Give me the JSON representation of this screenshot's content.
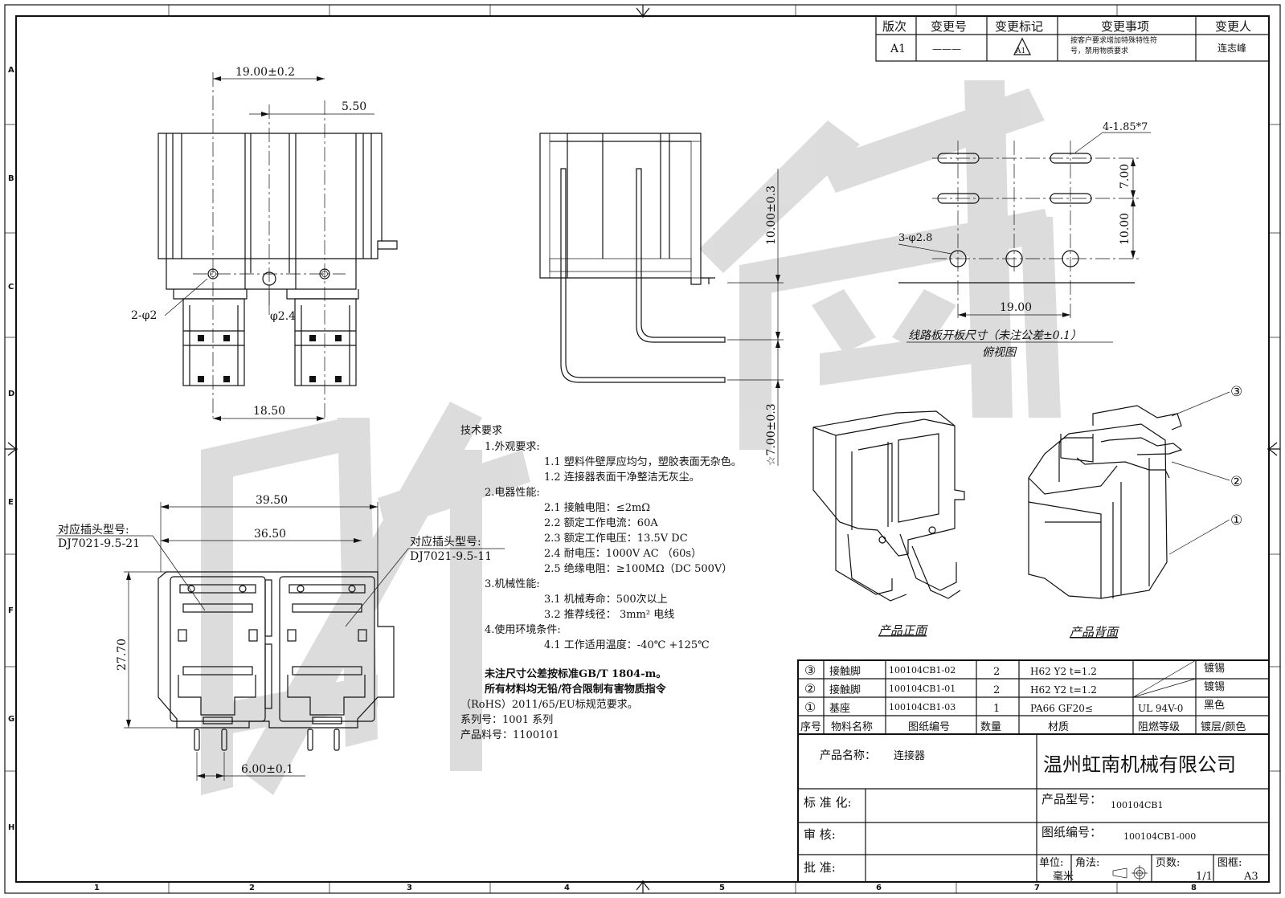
{
  "revision_table": {
    "headers": [
      "版次",
      "变更号",
      "变更标记",
      "变更事项",
      "变更人"
    ],
    "row": {
      "version": "A1",
      "change_no": "———",
      "mark": "A1",
      "item_line1": "按客户要求增加特殊特性符",
      "item_line2": "号，禁用物质要求",
      "person": "连志峰"
    }
  },
  "border": {
    "cols": [
      "1",
      "2",
      "3",
      "4",
      "5",
      "6",
      "7",
      "8"
    ],
    "rows": [
      "A",
      "B",
      "C",
      "D",
      "E",
      "F",
      "G",
      "H"
    ]
  },
  "front_view": {
    "dim_width": "19.00±0.2",
    "dim_offset": "5.50",
    "hole_label": "2-φ2",
    "center_hole": "φ2.4",
    "dim_pitch": "18.50"
  },
  "side_view": {
    "dim_height": "10.00±0.3",
    "dim_lower": "☆7.00±0.3"
  },
  "pcb_view": {
    "slot_label": "4-1.85*7",
    "hole_label": "3-φ2.8",
    "dim_v1": "7.00",
    "dim_v2": "10.00",
    "dim_h": "19.00",
    "caption": "线路板开板尺寸（未注公差±0.1）",
    "caption2": "俯视图"
  },
  "bottom_view": {
    "dim_outer": "39.50",
    "dim_inner": "36.50",
    "dim_height": "27.70",
    "dim_pin": "6.00±0.1",
    "plug_left_label": "对应插头型号:",
    "plug_left_model": "DJ7021-9.5-21",
    "plug_right_label": "对应插头型号:",
    "plug_right_model": "DJ7021-9.5-11"
  },
  "tech_requirements": {
    "title": "技术要求",
    "lines": [
      "1.外观要求:",
      "1.1 塑料件壁厚应均匀，塑胶表面无杂色。",
      "1.2 连接器表面干净整洁无灰尘。",
      "2.电器性能:",
      "2.1 接触电阻：≤2mΩ",
      "2.2 额定工作电流：60A",
      "2.3 额定工作电压：13.5V DC",
      "2.4 耐电压：1000V AC （60s）",
      "2.5 绝缘电阻：≥100MΩ（DC 500V）",
      "3.机械性能:",
      "3.1 机械寿命：500次以上",
      "3.2 推荐线径： 3mm² 电线",
      "4.使用环境条件:",
      "4.1 工作适用温度：-40℃  +125℃"
    ],
    "note1": "未注尺寸公差按标准GB/T 1804-m。",
    "note2": "所有材料均无铅/符合限制有害物质指令",
    "note3": "（RoHS）2011/65/EU标规范要求。",
    "series": "系列号：1001 系列",
    "part_no": "产品料号：1100101"
  },
  "iso_views": {
    "front_caption": "产品正面",
    "back_caption": "产品背面",
    "callouts": [
      "③",
      "②",
      "①"
    ]
  },
  "bom": {
    "rows": [
      {
        "seq": "③",
        "name": "接触脚",
        "drawing": "100104CB1-02",
        "qty": "2",
        "material": "H62 Y2 t=1.2",
        "flame": "",
        "finish": "镀锡"
      },
      {
        "seq": "②",
        "name": "接触脚",
        "drawing": "100104CB1-01",
        "qty": "2",
        "material": "H62 Y2 t=1.2",
        "flame": "",
        "finish": "镀锡"
      },
      {
        "seq": "①",
        "name": "基座",
        "drawing": "100104CB1-03",
        "qty": "1",
        "material": "PA66 GF20≤",
        "flame": "UL 94V-0",
        "finish": "黑色"
      }
    ],
    "headers": [
      "序号",
      "物料名称",
      "图纸编号",
      "数量",
      "材质",
      "阻燃等级",
      "镀层/颜色"
    ]
  },
  "title_block": {
    "product_name_label": "产品名称：",
    "product_name": "连接器",
    "company": "温州虹南机械有限公司",
    "standardize": "标 准 化:",
    "review": "审      核:",
    "approve": "批      准:",
    "model_label": "产品型号：",
    "model": "100104CB1",
    "drawing_no_label": "图纸编号：",
    "drawing_no": "100104CB1-000",
    "unit_label": "单位:",
    "unit": "毫米",
    "angle_label": "角法:",
    "page_label": "页数:",
    "page": "1/1",
    "frame_label": "图框:",
    "frame": "A3"
  },
  "watermark": "虹南"
}
